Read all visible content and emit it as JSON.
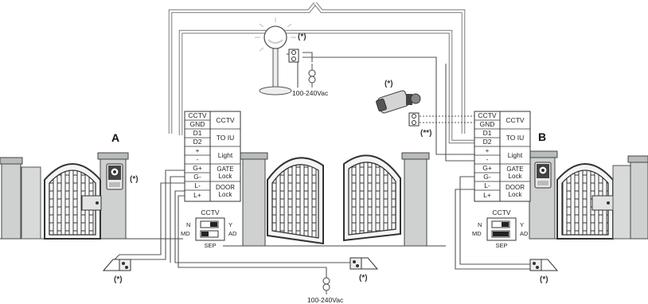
{
  "labels": {
    "site_a": "A",
    "site_b": "B",
    "note": "(*)",
    "note_double": "(**)",
    "supply_top": "100-240Vac",
    "supply_bottom": "100-240Vac"
  },
  "terminal_block": {
    "rows": [
      "CCTV",
      "GND",
      "D1",
      "D2",
      "+",
      "-",
      "G+",
      "G-",
      "L-",
      "L+"
    ],
    "groups": [
      "CCTV",
      "TO IU",
      "Light",
      "GATE Lock",
      "DOOR Lock"
    ]
  },
  "dip_switch": {
    "title": "CCTV",
    "left_top": "N",
    "left_bottom": "MD",
    "right_top": "Y",
    "right_bottom": "AD",
    "bottom": "SEP"
  }
}
